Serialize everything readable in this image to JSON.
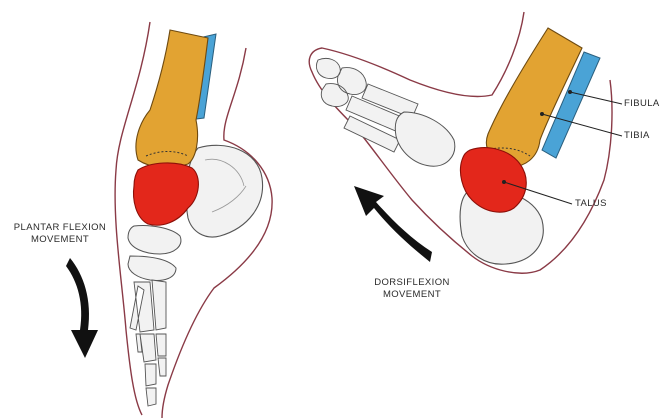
{
  "labels": {
    "plantar_line1": "PLANTAR FLEXION",
    "plantar_line2": "MOVEMENT",
    "dorsi_line1": "DORSIFLEXION",
    "dorsi_line2": "MOVEMENT",
    "fibula": "FIBULA",
    "tibia": "TIBIA",
    "talus": "TALUS"
  },
  "colors": {
    "tibia": "#e2a332",
    "fibula": "#4aa3d6",
    "talus": "#e3271b",
    "bone": "#f2f2f2",
    "skin_outline": "#8a3a46",
    "arrow": "#111111",
    "text": "#2a2a2a"
  }
}
